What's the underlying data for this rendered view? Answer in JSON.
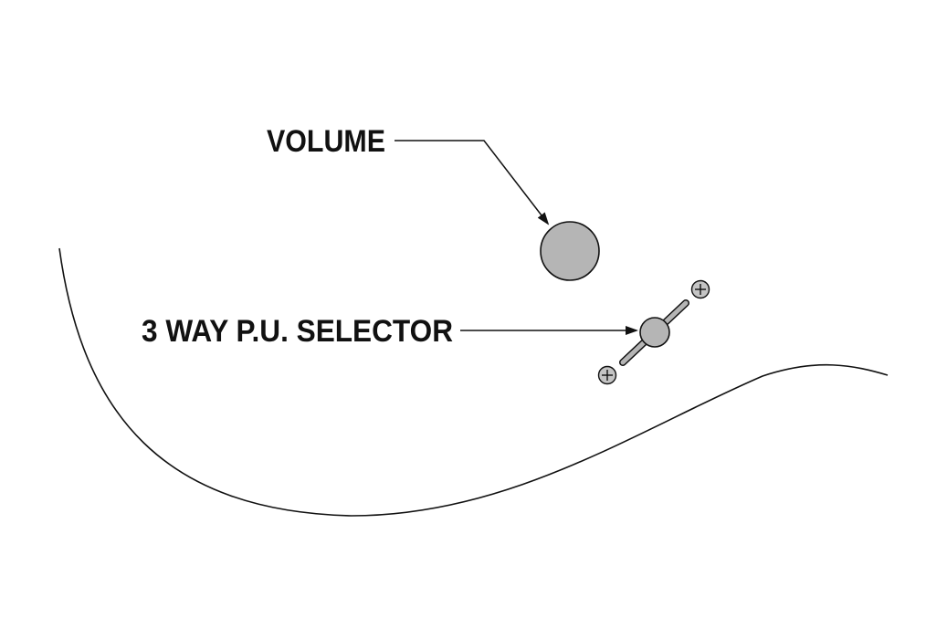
{
  "labels": {
    "volume": "VOLUME",
    "selector": "3 WAY P.U. SELECTOR"
  },
  "controls": {
    "volume_knob": "volume-knob",
    "selector_switch": "pickup-selector-switch",
    "screw_icon": "screw-icon"
  },
  "colors": {
    "outline": "#111111",
    "knob_fill": "#b5b5b5",
    "switch_fill": "#b5b5b5",
    "background": "#ffffff"
  }
}
